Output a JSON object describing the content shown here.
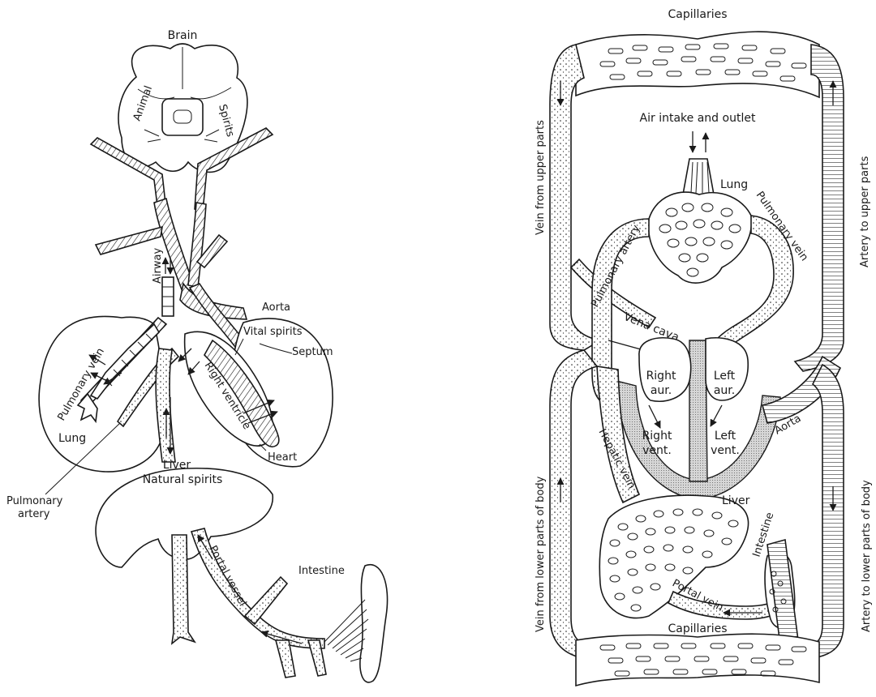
{
  "left_diagram": {
    "labels": {
      "brain": "Brain",
      "animal_spirits_a": "Animal",
      "animal_spirits_b": "Spirits",
      "airway": "Airway",
      "aorta": "Aorta",
      "vital_spirits": "Vital spirits",
      "septum": "Septum",
      "pulmonary_vein": "Pulmonary vein",
      "right_ventricle": "Right ventricle",
      "lung": "Lung",
      "heart": "Heart",
      "liver": "Liver",
      "natural_spirits": "Natural spirits",
      "pulmonary_artery_1": "Pulmonary",
      "pulmonary_artery_2": "artery",
      "portal_vessel": "Portal vessel",
      "intestine": "Intestine"
    }
  },
  "right_diagram": {
    "labels": {
      "capillaries_top": "Capillaries",
      "air_intake": "Air intake and outlet",
      "lung": "Lung",
      "pulmonary_artery": "Pulmonary artery",
      "pulmonary_vein": "Pulmonary vein",
      "vein_upper": "Vein from upper parts",
      "artery_upper": "Artery to upper parts",
      "vena_cava": "Vena cava",
      "right_aur_1": "Right",
      "right_aur_2": "aur.",
      "left_aur_1": "Left",
      "left_aur_2": "aur.",
      "right_vent_1": "Right",
      "right_vent_2": "vent.",
      "left_vent_1": "Left",
      "left_vent_2": "vent.",
      "aorta": "Aorta",
      "hepatic_vein": "Hepatic vein",
      "liver": "Liver",
      "intestine": "Intestine",
      "portal_vein": "Portal vein",
      "capillaries_bottom": "Capillaries",
      "vein_lower": "Vein from lower parts of body",
      "artery_lower": "Artery to lower parts of body"
    }
  }
}
